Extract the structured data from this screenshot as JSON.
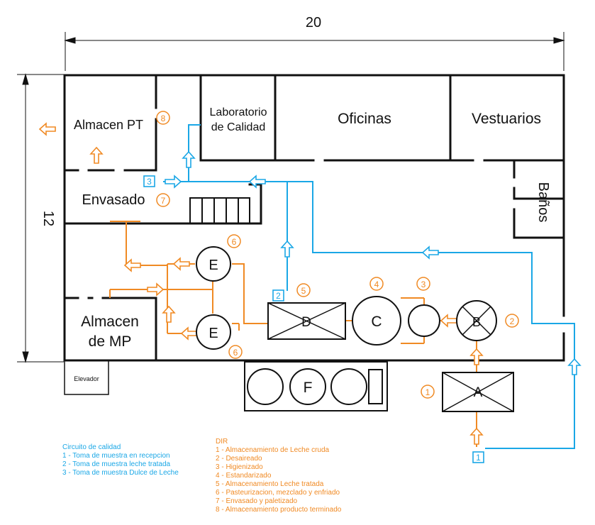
{
  "dimensions": {
    "width_label": "20",
    "height_label": "12"
  },
  "rooms": {
    "almacen_pt": "Almacen PT",
    "lab_line1": "Laboratorio",
    "lab_line2": "de Calidad",
    "oficinas": "Oficinas",
    "vestuarios": "Vestuarios",
    "banos": "Baños",
    "envasado": "Envasado",
    "almacen_mp_line1": "Almacen",
    "almacen_mp_line2": "de MP",
    "elevador": "Elevador"
  },
  "equipment": {
    "A": "A",
    "B": "B",
    "C": "C",
    "D": "D",
    "E1": "E",
    "E2": "E",
    "F": "F"
  },
  "step_markers": {
    "s1": "1",
    "s2": "2",
    "s3": "3",
    "s4": "4",
    "s5": "5",
    "s6a": "6",
    "s6b": "6",
    "s7": "7",
    "s8": "8"
  },
  "quality_markers": {
    "q1": "1",
    "q2": "2",
    "q3": "3"
  },
  "legend_quality": {
    "title": "Circuito de calidad",
    "items": [
      "1 - Toma de muestra en recepcion",
      "2 - Toma de muestra leche tratada",
      "3 - Toma de muestra Dulce de Leche"
    ]
  },
  "legend_dir": {
    "title": "DIR",
    "items": [
      "1 - Almacenamiento de Leche cruda",
      "2 - Desaireado",
      "3 - Higienizado",
      "4 - Estandarizado",
      "5 - Almacenamiento Leche tratada",
      "6 - Pasteurizacion, mezclado y enfriado",
      "7 - Envasado y paletizado",
      "8 - Almacenamiento producto terminado"
    ]
  },
  "colors": {
    "quality": "#1aa7e6",
    "process": "#f08a24",
    "walls": "#111111"
  }
}
